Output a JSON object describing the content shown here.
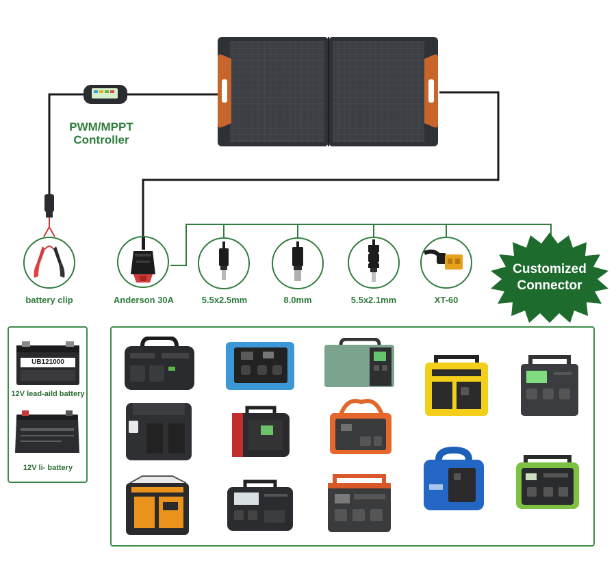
{
  "controller": {
    "label_line1": "PWM/MPPT",
    "label_line2": "Controller"
  },
  "connectors": [
    {
      "label": "battery clip",
      "icon": "battery-clip-icon"
    },
    {
      "label": "Anderson 30A",
      "icon": "anderson-plug-icon"
    },
    {
      "label": "5.5x2.5mm",
      "icon": "dc-plug-icon"
    },
    {
      "label": "8.0mm",
      "icon": "dc-plug-icon"
    },
    {
      "label": "5.5x2.1mm",
      "icon": "dc-plug-icon"
    },
    {
      "label": "XT-60",
      "icon": "xt60-plug-icon"
    }
  ],
  "customized": {
    "line1": "Customized",
    "line2": "Connector"
  },
  "batteries": [
    {
      "label": "12V lead-aild battery",
      "case_text": "UB121000"
    },
    {
      "label": "12V li- battery"
    }
  ],
  "colors": {
    "accent_green": "#2f7c3c",
    "panel_dark": "#3a3d42",
    "handle_orange": "#c8652a",
    "wire": "#1a1a1a"
  }
}
